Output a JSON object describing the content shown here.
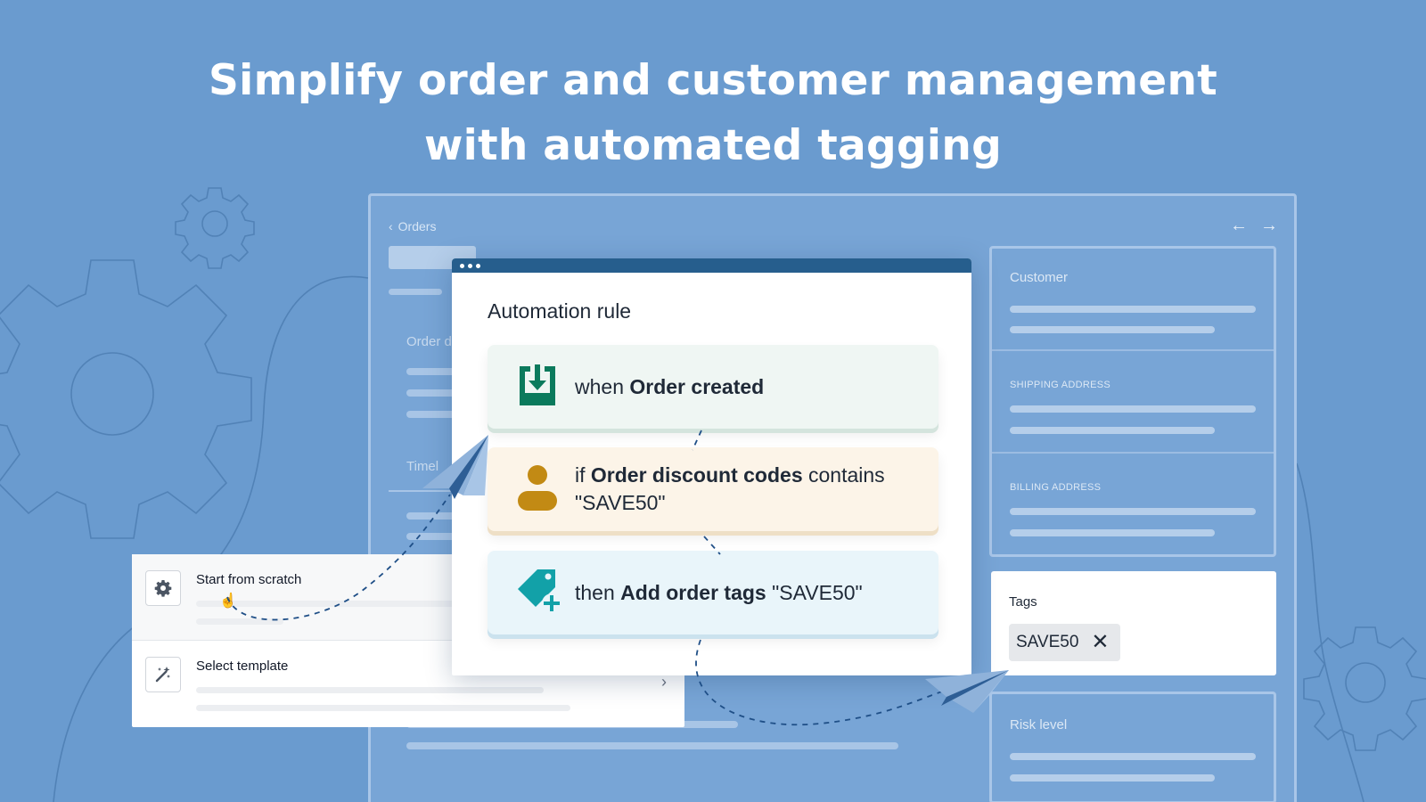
{
  "headline": {
    "line1": "Simplify order and customer management",
    "line2": "with automated tagging"
  },
  "background_window": {
    "breadcrumb": "Orders",
    "section_order": "Order d",
    "section_timeline": "Timel",
    "right_panel": {
      "customer": "Customer",
      "shipping_address": "SHIPPING ADDRESS",
      "billing_address": "BILLING ADDRESS"
    },
    "tags": {
      "title": "Tags",
      "chip": "SAVE50"
    },
    "risk_level": "Risk level"
  },
  "chooser": {
    "start_from_scratch": "Start from scratch",
    "select_template": "Select template"
  },
  "automation_rule": {
    "title": "Automation rule",
    "when_prefix": "when",
    "when_trigger": "Order created",
    "if_prefix": "if",
    "if_field": "Order discount codes",
    "if_operator": "contains",
    "if_value": "\"SAVE50\"",
    "then_prefix": "then",
    "then_action": "Add order tags",
    "then_value": "\"SAVE50\""
  },
  "colors": {
    "background": "#6A9BCF",
    "window_titlebar": "#265E8D",
    "when_icon": "#0B7A5C",
    "if_icon": "#C28A14",
    "then_icon": "#12A1A8"
  },
  "icons": [
    "gear-icon",
    "chevron-left-icon",
    "arrow-left-icon",
    "arrow-right-icon",
    "download-icon",
    "user-icon",
    "tag-add-icon",
    "magic-wand-icon",
    "close-icon",
    "paper-plane-icon",
    "cursor-hand-icon"
  ]
}
